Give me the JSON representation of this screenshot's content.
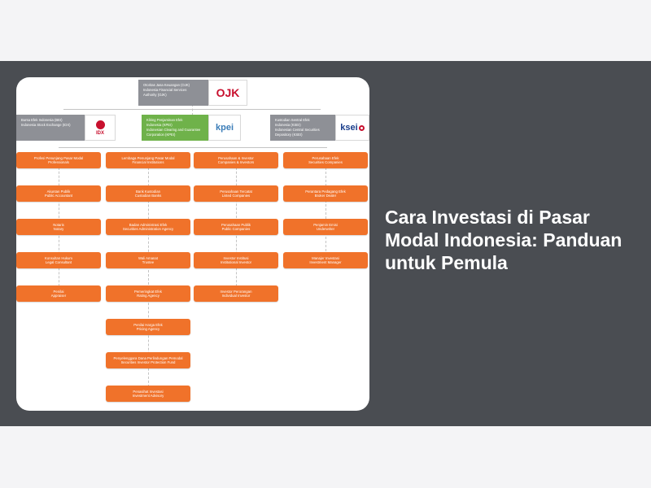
{
  "page": {
    "title": "Cara Investasi di Pasar Modal Indonesia: Panduan untuk Pemula"
  },
  "org_chart": {
    "top": {
      "line1": "Otoritas Jasa Keuangan (OJK)",
      "line2": "Indonesia Financial Services",
      "line3": "Authority (OJK)",
      "logo": "OJK"
    },
    "left_header": {
      "line1": "Bursa Efek Indonesia (BEI)",
      "line2": "Indonesia Stock Exchange (IDX)",
      "logo": "IDX"
    },
    "mid_header": {
      "line1": "Kliring Penjaminan Efek",
      "line2": "Indonesia (KPEI)",
      "line3": "Indonesian Clearing and Guarantee",
      "line4": "Corporation (KPEI)",
      "logo": "kpei"
    },
    "right_header": {
      "line1": "Kustodian Sentral Efek",
      "line2": "Indonesia (KSEI)",
      "line3": "Indonesian Central Securities",
      "line4": "Depository (KSEI)",
      "logo": "ksei"
    },
    "col1": [
      {
        "l1": "Profesi Penunjang Pasar Modal",
        "l2": "Professionals"
      },
      {
        "l1": "Akuntan Publik",
        "l2": "Public Accountant"
      },
      {
        "l1": "Notaris",
        "l2": "Notary"
      },
      {
        "l1": "Konsultan Hukum",
        "l2": "Legal Consultant"
      },
      {
        "l1": "Penilai",
        "l2": "Appraiser"
      }
    ],
    "col2": [
      {
        "l1": "Lembaga Penunjang Pasar Modal",
        "l2": "Financial Institutions"
      },
      {
        "l1": "Bank Kustodian",
        "l2": "Custodian Banks"
      },
      {
        "l1": "Badan Administrasi Efek",
        "l2": "Securities Administration Agency"
      },
      {
        "l1": "Wali Amanat",
        "l2": "Trustee"
      },
      {
        "l1": "Pemeringkat Efek",
        "l2": "Rating Agency"
      },
      {
        "l1": "Penilai Harga Efek",
        "l2": "Pricing Agency"
      },
      {
        "l1": "Penyelenggara Dana Perlindungan Pemodal",
        "l2": "Securities Investor Protection Fund"
      },
      {
        "l1": "Penasihat Investasi",
        "l2": "Investment Advisory"
      }
    ],
    "col3": [
      {
        "l1": "Perusahaan & Investor",
        "l2": "Companies & Investors"
      },
      {
        "l1": "Perusahaan Tercatat",
        "l2": "Listed Companies"
      },
      {
        "l1": "Perusahaan Publik",
        "l2": "Public Companies"
      },
      {
        "l1": "Investor Institusi",
        "l2": "Institutional Investor"
      },
      {
        "l1": "Investor Perorangan",
        "l2": "Individual Investor"
      }
    ],
    "col4": [
      {
        "l1": "Perusahaan Efek",
        "l2": "Securities Companies"
      },
      {
        "l1": "Perantara Pedagang Efek",
        "l2": "Broker Dealer"
      },
      {
        "l1": "Penjamin Emisi",
        "l2": "Underwriter"
      },
      {
        "l1": "Manajer Investasi",
        "l2": "Investment Manager"
      }
    ]
  },
  "colors": {
    "band": "#4a4d52",
    "orange": "#f0722a",
    "green": "#6fb24a",
    "gray": "#8e9096",
    "ojk_red": "#c8102e"
  }
}
